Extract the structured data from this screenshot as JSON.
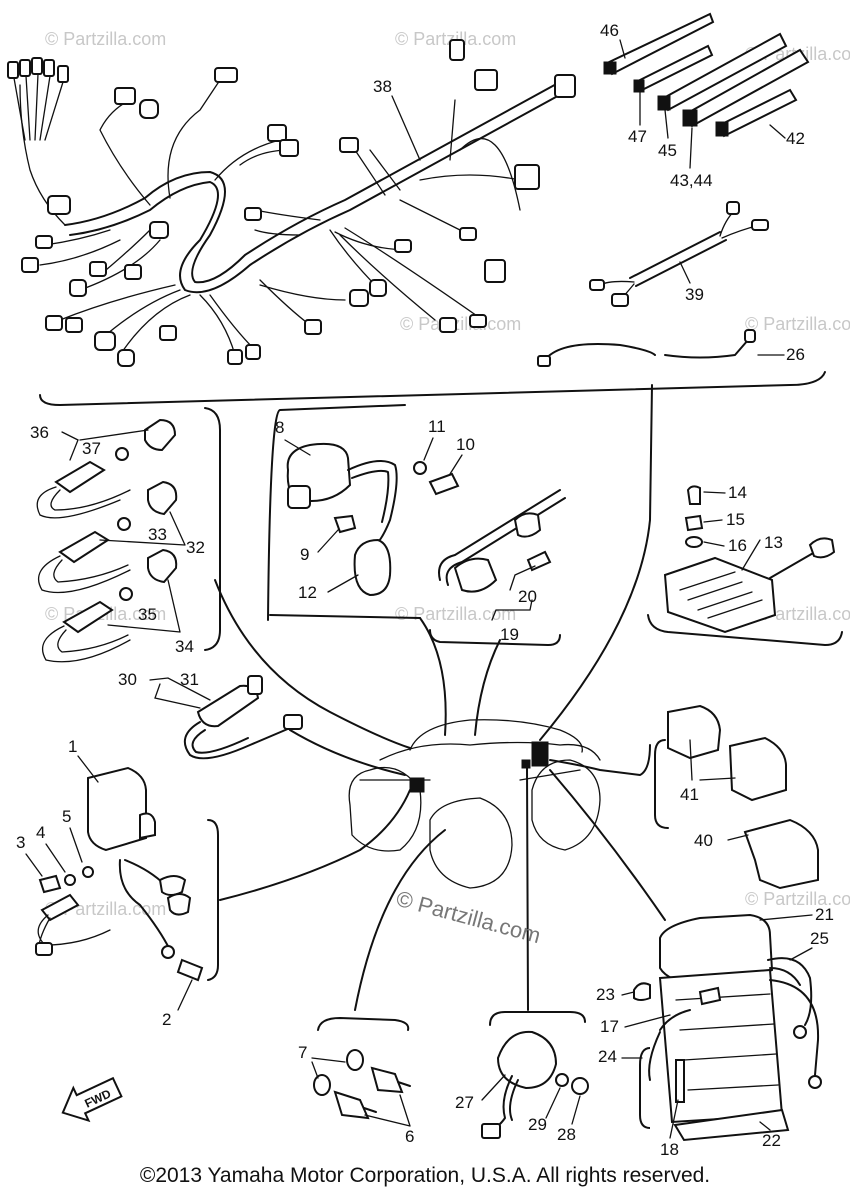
{
  "watermark": "© Partzilla.com",
  "copyright": "©2013  Yamaha Motor Corporation, U.S.A. All rights reserved.",
  "fwd_label": "FWD",
  "callouts": {
    "n1": "1",
    "n2": "2",
    "n3": "3",
    "n4": "4",
    "n5": "5",
    "n6": "6",
    "n7": "7",
    "n8": "8",
    "n9": "9",
    "n10": "10",
    "n11": "11",
    "n12": "12",
    "n13": "13",
    "n14": "14",
    "n15": "15",
    "n16": "16",
    "n17": "17",
    "n18": "18",
    "n19": "19",
    "n20": "20",
    "n21": "21",
    "n22": "22",
    "n23": "23",
    "n24": "24",
    "n25": "25",
    "n26": "26",
    "n27": "27",
    "n28": "28",
    "n29": "29",
    "n30": "30",
    "n31": "31",
    "n32": "32",
    "n33": "33",
    "n34": "34",
    "n35": "35",
    "n36": "36",
    "n37": "37",
    "n38": "38",
    "n39": "39",
    "n40": "40",
    "n41": "41",
    "n42": "42",
    "n43_44": "43,44",
    "n45": "45",
    "n46": "46",
    "n47": "47"
  }
}
